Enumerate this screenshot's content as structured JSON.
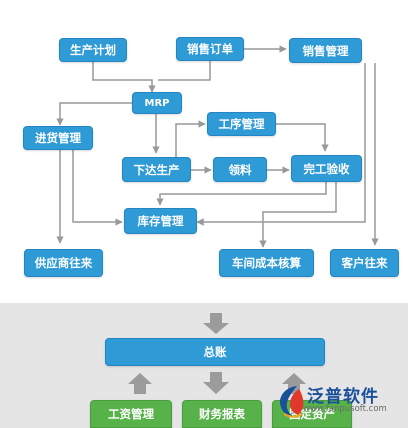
{
  "nodes": {
    "production_plan": "生产计划",
    "sales_order": "销售订单",
    "sales_management": "销售管理",
    "mrp": "MRP",
    "purchase_management": "进货管理",
    "process_management": "工序管理",
    "issue_production": "下达生产",
    "material_pick": "领料",
    "completion_inspection": "完工验收",
    "inventory_management": "库存管理",
    "supplier_accounts": "供应商往来",
    "workshop_costing": "车间成本核算",
    "customer_accounts": "客户往来",
    "general_ledger": "总账",
    "payroll_management": "工资管理",
    "financial_reports": "财务报表",
    "fixed_assets": "固定资产"
  },
  "logo": {
    "name": "泛普软件",
    "url": "www.fanpusoft.com"
  },
  "colors": {
    "node_blue": "#2e9ad6",
    "node_green": "#57b349",
    "connector": "#999999",
    "bottom_band": "#e5e5e5"
  }
}
